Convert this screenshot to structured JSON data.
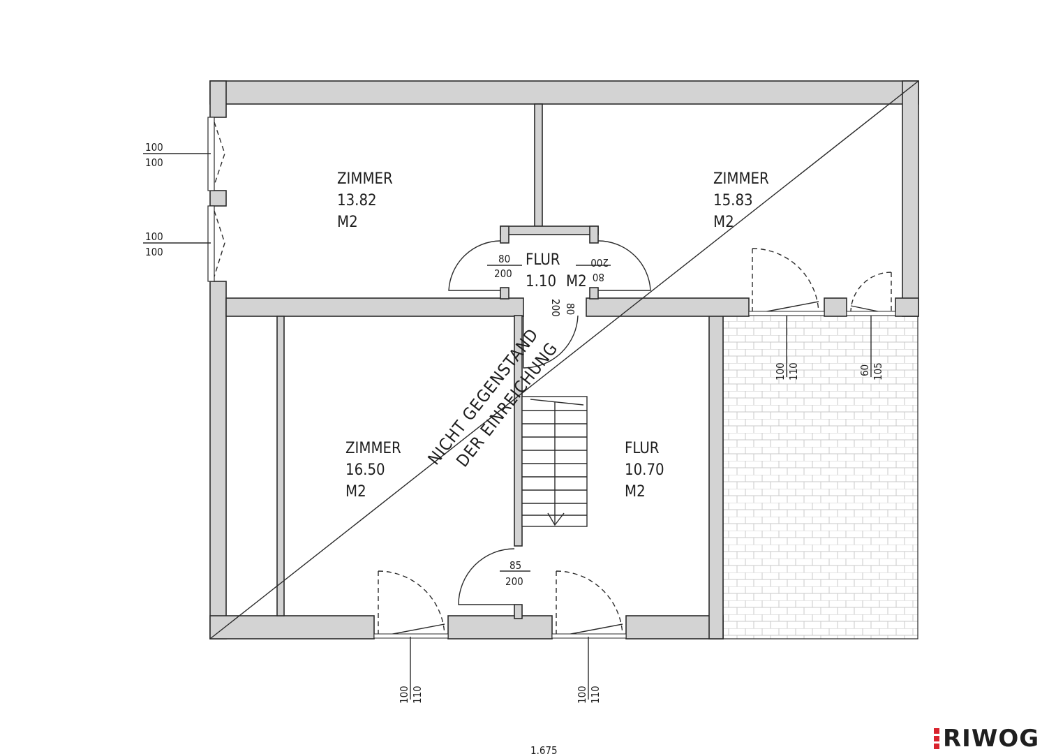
{
  "rooms": [
    {
      "name": "ZIMMER",
      "area": "13.82",
      "unit": "M2"
    },
    {
      "name": "ZIMMER",
      "area": "15.83",
      "unit": "M2"
    },
    {
      "name": "FLUR",
      "area": "1.10",
      "unit": "M2"
    },
    {
      "name": "ZIMMER",
      "area": "16.50",
      "unit": "M2"
    },
    {
      "name": "FLUR",
      "area": "10.70",
      "unit": "M2"
    }
  ],
  "openings": {
    "window_left_top": {
      "top": "100",
      "bottom": "100"
    },
    "window_left_bottom": {
      "top": "100",
      "bottom": "100"
    },
    "door_flur_left": {
      "top": "80",
      "bottom": "200"
    },
    "door_flur_right": {
      "top": "80",
      "bottom": "200"
    },
    "door_flur_bottom": {
      "top": "80",
      "bottom": "200"
    },
    "door_stair": {
      "top": "85",
      "bottom": "200"
    },
    "door_bottom_left": {
      "top": "100",
      "bottom": "110"
    },
    "door_bottom_right": {
      "top": "100",
      "bottom": "110"
    },
    "door_terrace_left": {
      "top": "100",
      "bottom": "110"
    },
    "door_terrace_right": {
      "top": "60",
      "bottom": "105"
    }
  },
  "overlay": {
    "line1": "NICHT GEGENSTAND",
    "line2": "DER EINREICHUNG"
  },
  "bottom_dimension": "1.675",
  "logo": {
    "text": "RIWOG",
    "accent_color": "#d9232d"
  }
}
